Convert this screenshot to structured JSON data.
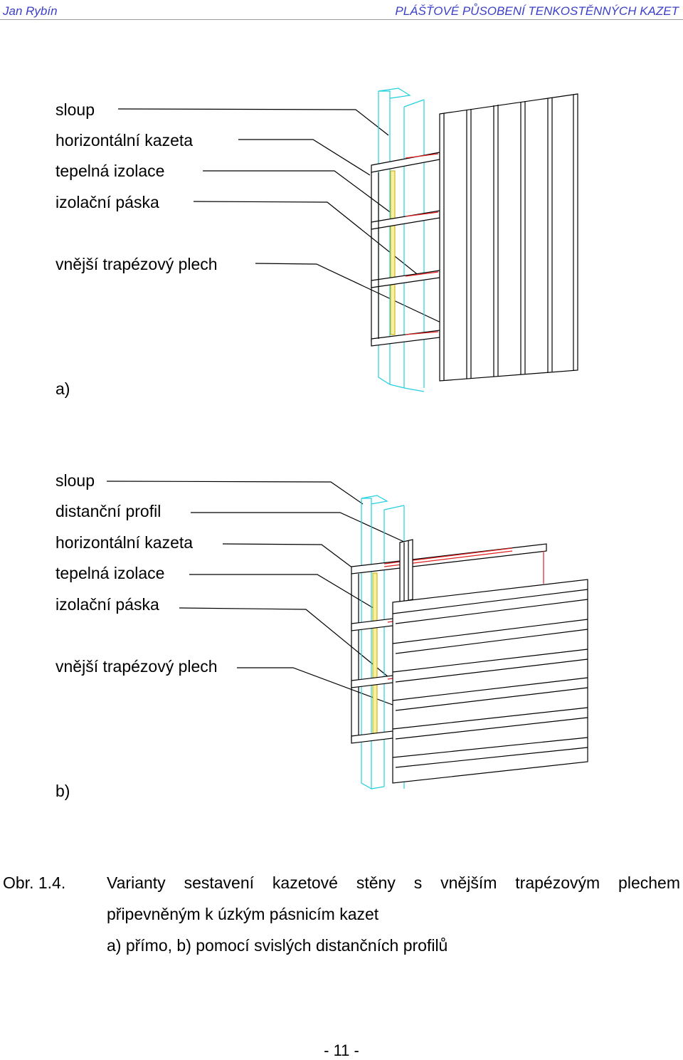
{
  "header": {
    "author": "Jan Rybín",
    "title": "PLÁŠŤOVÉ PŮSOBENÍ TENKOSTĚNNÝCH KAZET"
  },
  "figure_a": {
    "labels": [
      "sloup",
      "horizontální kazeta",
      "tepelná izolace",
      "izolační páska",
      "vnější trapézový plech"
    ],
    "tag": "a)"
  },
  "figure_b": {
    "labels": [
      "sloup",
      "distanční profil",
      "horizontální kazeta",
      "tepelná izolace",
      "izolační páska",
      "vnější trapézový plech"
    ],
    "tag": "b)"
  },
  "caption": {
    "number": "Obr. 1.4.",
    "line1": "Varianty sestavení kazetové stěny s vnějším trapézovým plechem",
    "line2": "připevněným k úzkým pásnicím kazet",
    "line3": "a) přímo, b) pomocí svislých distančních profilů"
  },
  "page_number": "- 11 -",
  "colors": {
    "header_text": "#3b3fc8",
    "column_lines": "#22d0e0",
    "tape_lines": "#e02020",
    "insulation": "#f6f0a0"
  }
}
